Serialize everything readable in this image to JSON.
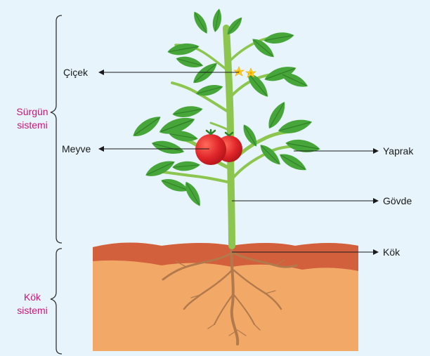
{
  "groups": {
    "shoot": [
      "Sürgün",
      "sistemi"
    ],
    "root": [
      "Kök",
      "sistemi"
    ]
  },
  "labels": {
    "flower": "Çiçek",
    "fruit": "Meyve",
    "leaf": "Yaprak",
    "stem": "Gövde",
    "root": "Kök"
  },
  "colors": {
    "group_label": "#c8157a",
    "soil": "#f2a968",
    "soil_top": "#d2603c",
    "stem": "#8cc64e",
    "leaf": "#47a63a",
    "fruit": "#e0262a",
    "flower": "#ffd21f",
    "root": "#b27a4c",
    "background": "#e7f4fb"
  }
}
